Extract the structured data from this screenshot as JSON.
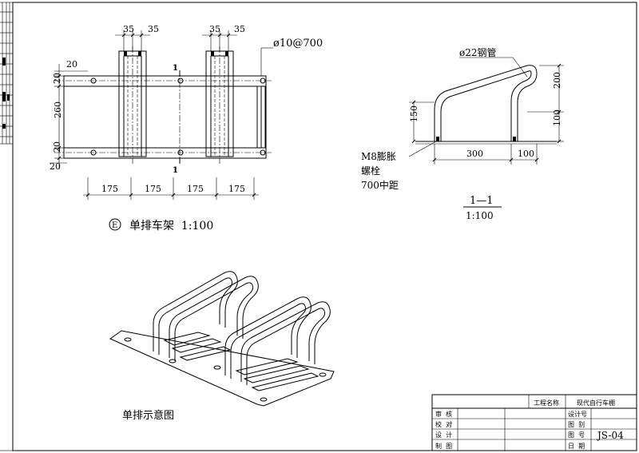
{
  "plan": {
    "dims_top": [
      "35",
      "35",
      "35",
      "35"
    ],
    "rod_spec": "ø10@700",
    "dims_left": [
      "20",
      "20",
      "260",
      "20",
      "20"
    ],
    "dims_bottom": [
      "175",
      "175",
      "175",
      "175"
    ],
    "section_mark": "1",
    "detail_index": "E",
    "title": "单排车架  1:100"
  },
  "section": {
    "tube_spec": "ø22钢管",
    "dims_right": [
      "200",
      "100"
    ],
    "dim_left": "150",
    "dims_bottom": [
      "300",
      "100"
    ],
    "bolt_note": [
      "M8膨胀",
      "螺栓",
      "700中距"
    ],
    "title_top": "1—1",
    "title_scale": "1:100"
  },
  "iso": {
    "title": "单排示意图"
  },
  "title_block": {
    "project_label": "工程名称",
    "project_name": "现代自行车棚",
    "left_labels": [
      "审  核",
      "校  对",
      "设  计",
      "制  图"
    ],
    "right_labels": [
      "设计号",
      "图  别",
      "图  号",
      "日  期"
    ],
    "drawing_number": "JS-04"
  }
}
